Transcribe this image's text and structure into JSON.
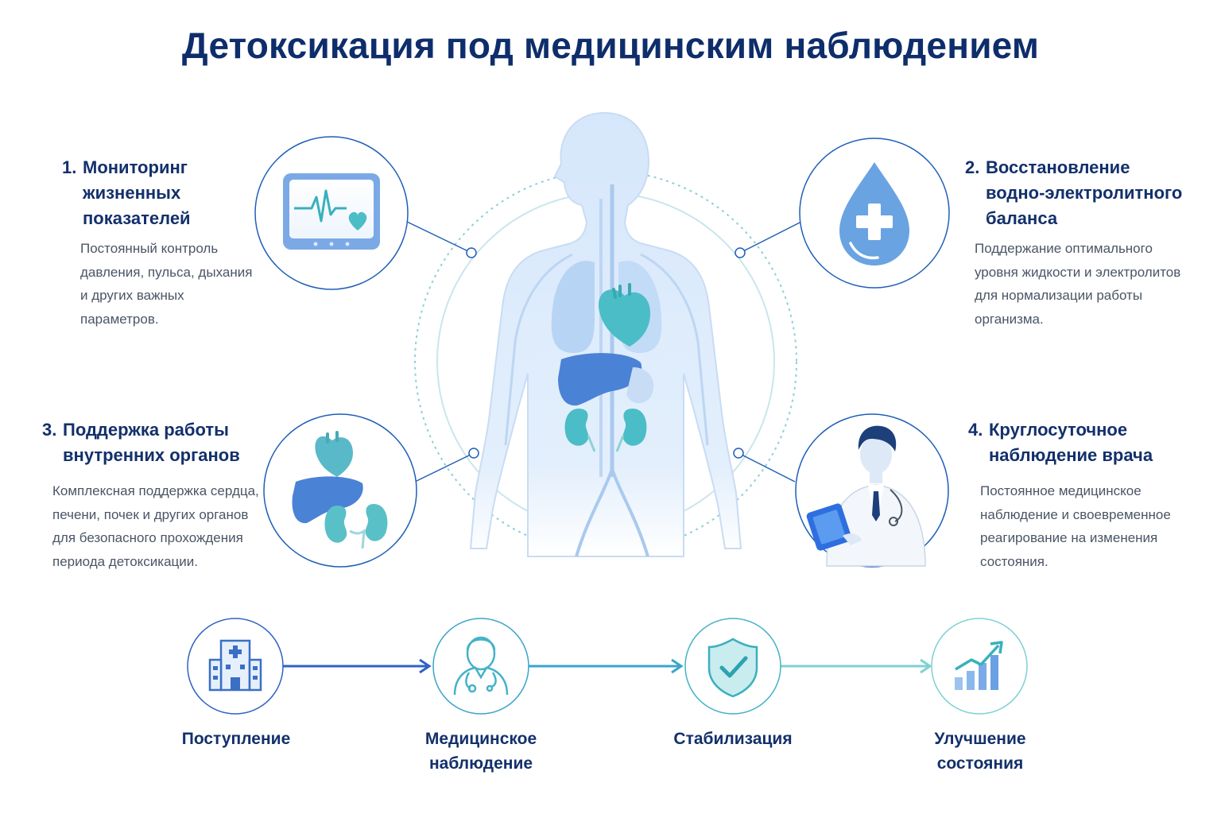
{
  "title": "Детоксикация под медицинским наблюдением",
  "sections": [
    {
      "number": "1.",
      "title_lines": [
        "Мониторинг",
        "жизненных",
        "показателей"
      ],
      "desc_lines": [
        "Постоянный контроль",
        "давления, пульса, дыхания",
        "и других важных",
        "параметров."
      ],
      "icon": "heart-monitor-icon"
    },
    {
      "number": "2.",
      "title_lines": [
        "Восстановление",
        "водно-электролитного",
        "баланса"
      ],
      "desc_lines": [
        "Поддержание оптимального",
        "уровня жидкости и электролитов",
        "для нормализации работы",
        "организма."
      ],
      "icon": "water-drop-cross-icon"
    },
    {
      "number": "3.",
      "title_lines": [
        "Поддержка работы",
        "внутренних органов"
      ],
      "desc_lines": [
        "Комплексная поддержка сердца,",
        "печени, почек и других органов",
        "для безопасного прохождения",
        "периода детоксикации."
      ],
      "icon": "organs-icon"
    },
    {
      "number": "4.",
      "title_lines": [
        "Круглосуточное",
        "наблюдение врача"
      ],
      "desc_lines": [
        "Постоянное медицинское",
        "наблюдение и своевременное",
        "реагирование на изменения",
        "состояния."
      ],
      "icon": "doctor-icon"
    }
  ],
  "steps": [
    {
      "label_lines": [
        "Поступление"
      ],
      "icon": "hospital-icon"
    },
    {
      "label_lines": [
        "Медицинское",
        "наблюдение"
      ],
      "icon": "doctor-outline-icon"
    },
    {
      "label_lines": [
        "Стабилизация"
      ],
      "icon": "shield-check-icon"
    },
    {
      "label_lines": [
        "Улучшение",
        "состояния"
      ],
      "icon": "growth-chart-icon"
    }
  ],
  "colors": {
    "title": "#0e2d6b",
    "text": "#4a5566",
    "blue": "#4a82d6",
    "teal": "#4bbdc6",
    "body": "#dcebfb",
    "circle_border": "#1f5fb8"
  }
}
